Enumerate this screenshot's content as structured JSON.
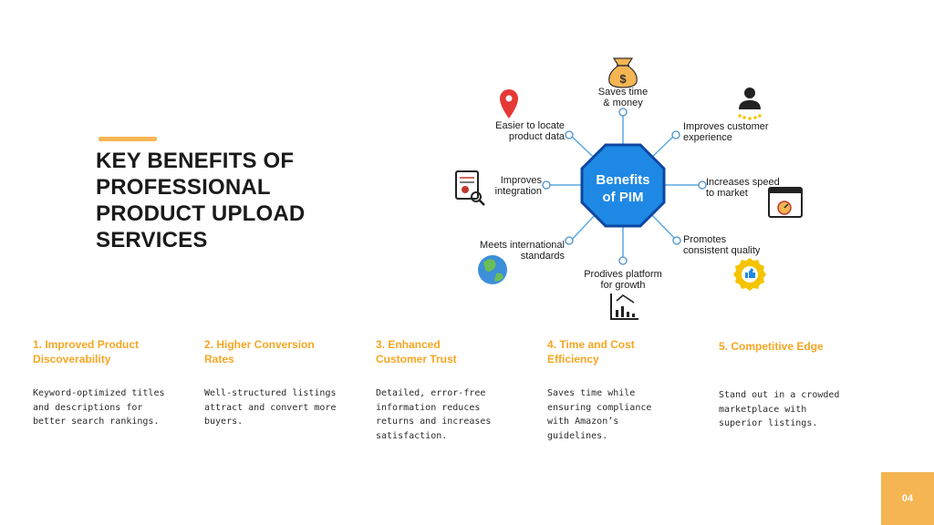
{
  "slide": {
    "title_lines": [
      "KEY BENEFITS OF",
      "PROFESSIONAL",
      "PRODUCT UPLOAD",
      "SERVICES"
    ],
    "page_number": "04",
    "accent_color": "#f5b553"
  },
  "diagram": {
    "center_lines": [
      "Benefits",
      "of PIM"
    ],
    "center_color": "#1e88e5",
    "nodes": [
      {
        "lines": [
          "Saves time",
          "& money"
        ],
        "icon": "money-bag-icon"
      },
      {
        "lines": [
          "Improves customer",
          "experience"
        ],
        "icon": "customer-icon"
      },
      {
        "lines": [
          "Increases speed",
          "to market"
        ],
        "icon": "browser-speed-icon"
      },
      {
        "lines": [
          "Promotes",
          "consistent quality"
        ],
        "icon": "quality-badge-icon"
      },
      {
        "lines": [
          "Prodives platform",
          "for growth"
        ],
        "icon": "growth-chart-icon"
      },
      {
        "lines": [
          "Meets international",
          "standards"
        ],
        "icon": "globe-icon"
      },
      {
        "lines": [
          "Improves",
          "integration"
        ],
        "icon": "document-search-icon"
      },
      {
        "lines": [
          "Easier to locate",
          "product data"
        ],
        "icon": "location-pin-icon"
      }
    ]
  },
  "benefits": [
    {
      "heading_lines": [
        "1. Improved Product",
        "Discoverability"
      ],
      "desc_lines": [
        "Keyword-optimized titles",
        "and descriptions for",
        "better search rankings."
      ]
    },
    {
      "heading_lines": [
        "2. Higher Conversion",
        "Rates"
      ],
      "desc_lines": [
        "Well-structured listings",
        "attract and convert more",
        "buyers."
      ]
    },
    {
      "heading_lines": [
        "3. Enhanced",
        "Customer Trust"
      ],
      "desc_lines": [
        "Detailed, error-free",
        "information reduces",
        "returns and increases",
        "satisfaction."
      ]
    },
    {
      "heading_lines": [
        "4. Time and Cost",
        "Efficiency"
      ],
      "desc_lines": [
        "Saves time while",
        "ensuring compliance",
        "with Amazon’s",
        "guidelines."
      ]
    },
    {
      "heading_lines": [
        "5. Competitive Edge"
      ],
      "desc_lines": [
        "Stand out in a crowded",
        "marketplace with",
        "superior listings."
      ]
    }
  ]
}
